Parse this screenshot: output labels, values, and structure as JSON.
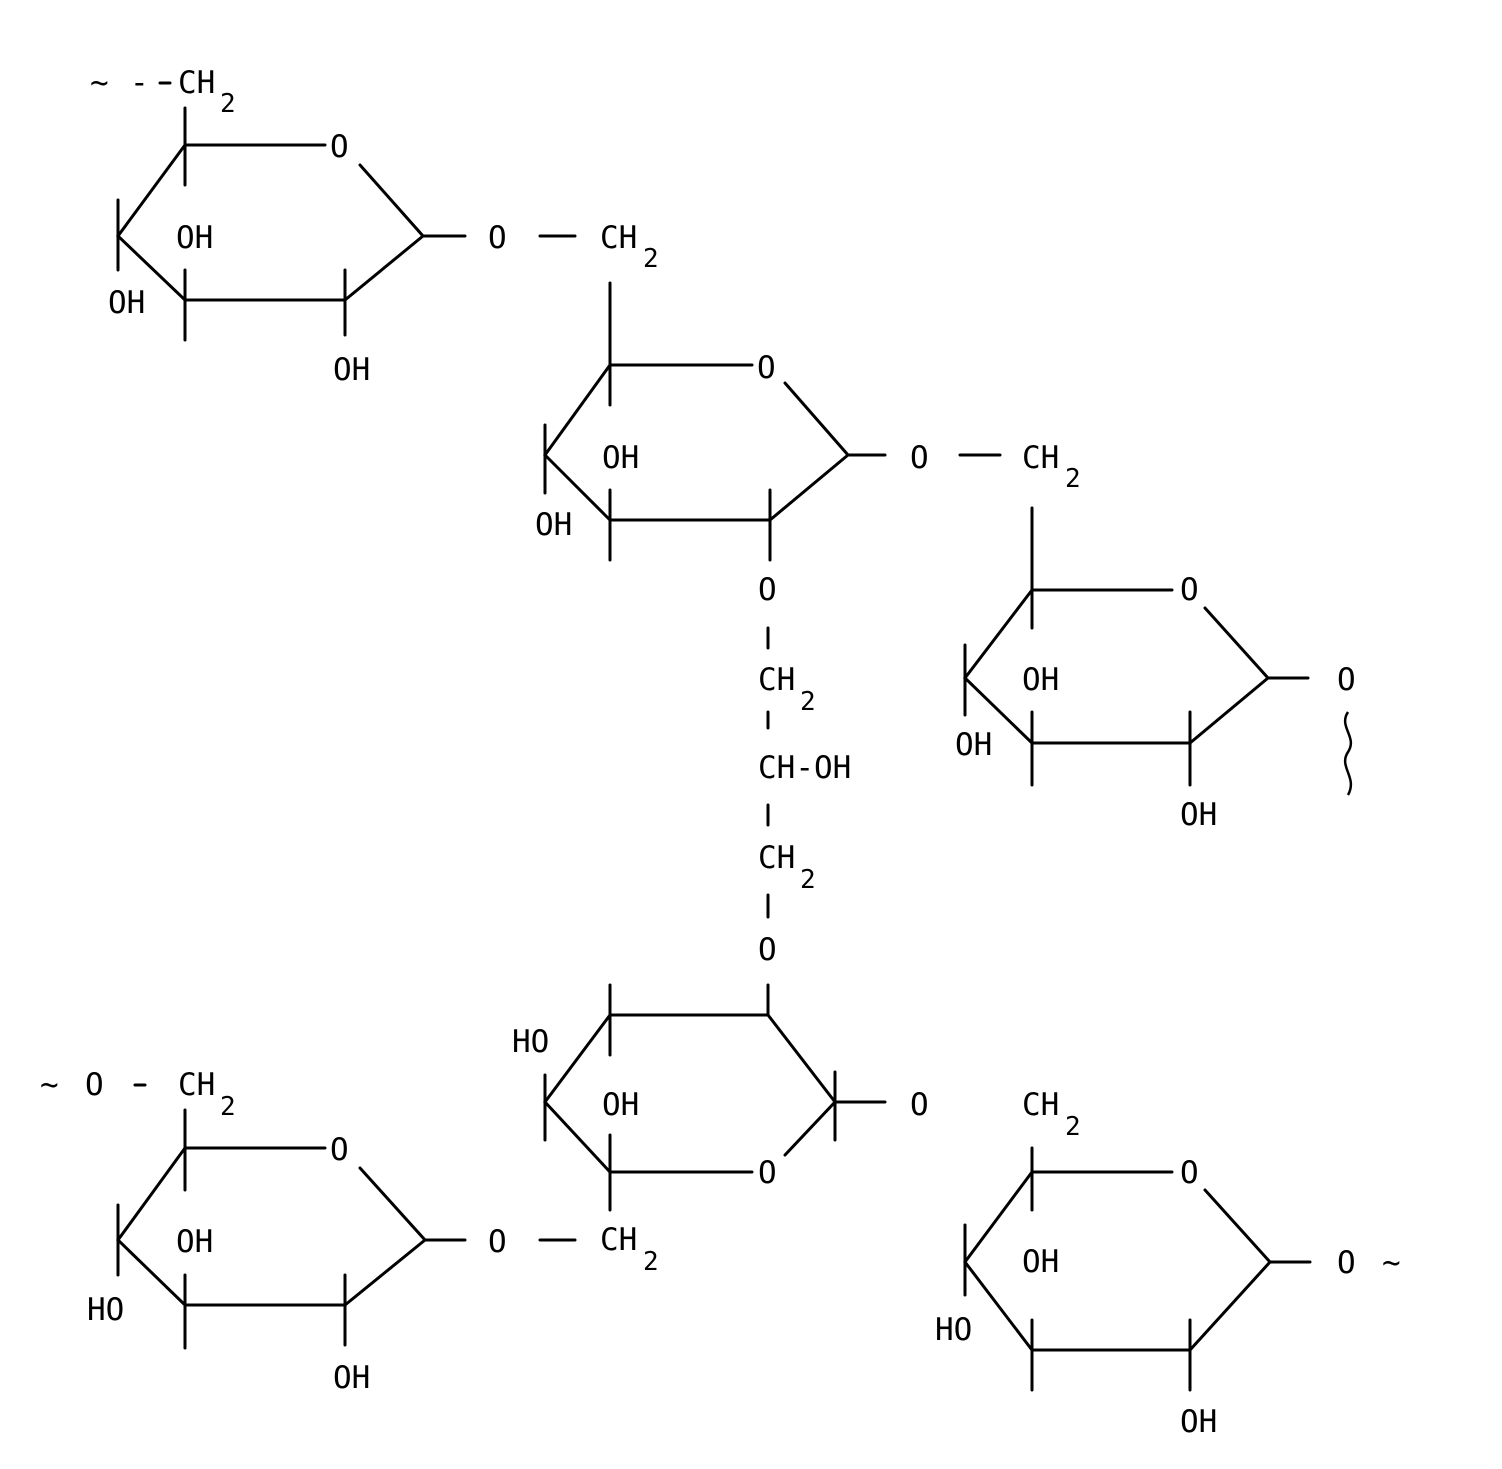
{
  "structure": {
    "chain_end": "~",
    "labels": {
      "oxygen": "O",
      "ch2_main": "CH",
      "ch2_sub": "2",
      "hydroxyl": "OH",
      "hydroxyl_left": "HO",
      "methine_hydroxyl": "CH-OH"
    },
    "units": [
      {
        "id": "unit-1",
        "ring_oxygen": "O",
        "substituents": [
          "OH",
          "OH",
          "OH"
        ],
        "c6": "CH2"
      },
      {
        "id": "unit-2",
        "ring_oxygen": "O",
        "substituents": [
          "OH",
          "OH"
        ],
        "c6": "CH2"
      },
      {
        "id": "unit-3",
        "ring_oxygen": "O",
        "substituents": [
          "OH",
          "OH",
          "OH"
        ]
      },
      {
        "id": "unit-4",
        "ring_oxygen": "O",
        "substituents": [
          "HO",
          "OH"
        ],
        "c6": "CH2"
      },
      {
        "id": "unit-5",
        "ring_oxygen": "O",
        "substituents": [
          "OH",
          "HO",
          "OH"
        ],
        "c6": "CH2"
      },
      {
        "id": "unit-6",
        "ring_oxygen": "O",
        "substituents": [
          "OH",
          "HO",
          "OH"
        ],
        "c6": "CH2"
      }
    ],
    "crosslink": [
      "O",
      "CH2",
      "CH-OH",
      "CH2",
      "O"
    ]
  }
}
